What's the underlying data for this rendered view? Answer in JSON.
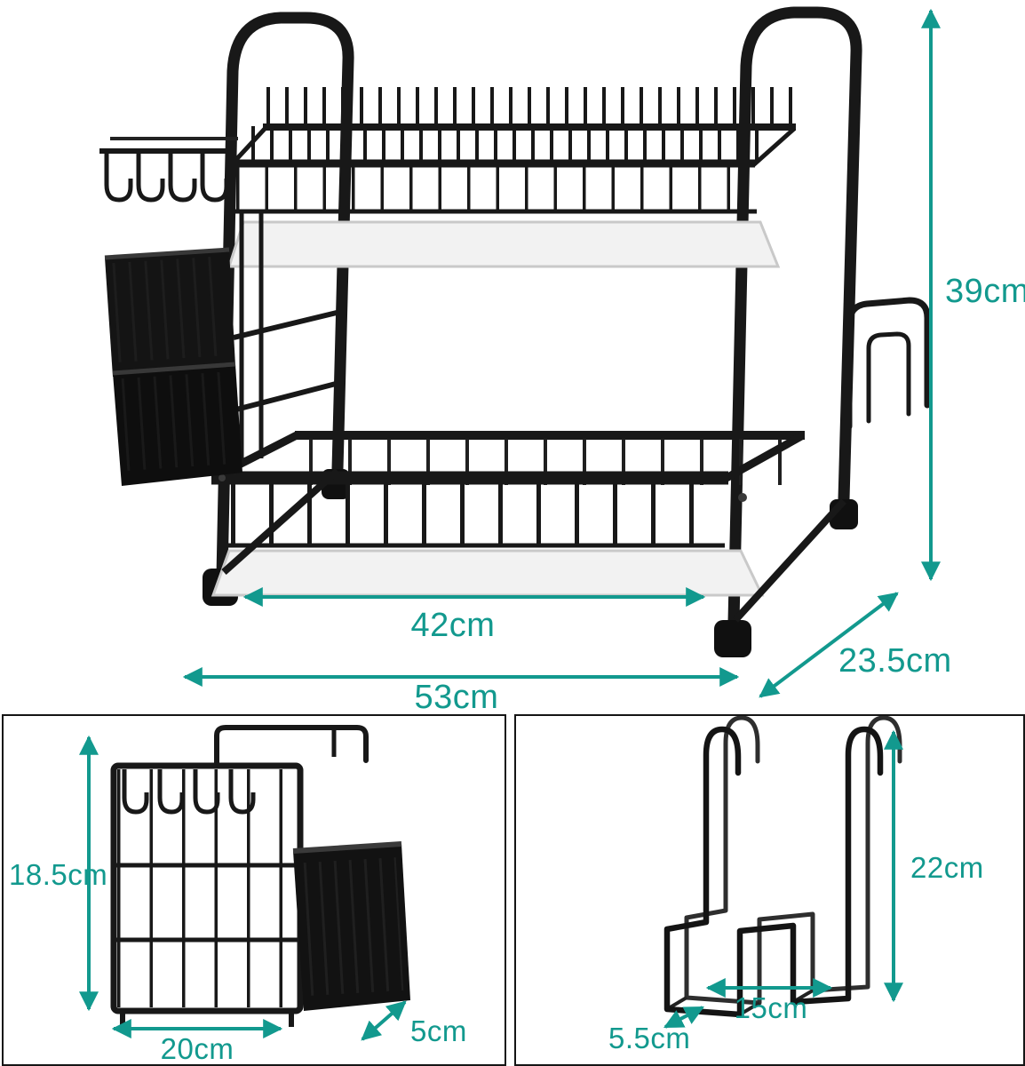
{
  "theme": {
    "accent": "#12998E",
    "product_color": "#161616",
    "tray_color": "#F2F2F2",
    "panel_border": "#151515",
    "background": "#FFFFFF"
  },
  "main_view": {
    "description": "two-tier dish drying rack with drip trays, side hooks, cutlery holders and cup holder",
    "labels": {
      "height": "39cm",
      "inner_width": "42cm",
      "total_width": "53cm",
      "depth": "23.5cm"
    }
  },
  "utensil_view": {
    "description": "hanging wire utensil basket with hooks and removable cutlery cup",
    "labels": {
      "height": "18.5cm",
      "width": "20cm",
      "depth": "5cm"
    }
  },
  "hook_view": {
    "description": "over-rail wire cup holder with two hanging hooks",
    "labels": {
      "height": "22cm",
      "width": "15cm",
      "depth": "5.5cm"
    }
  }
}
